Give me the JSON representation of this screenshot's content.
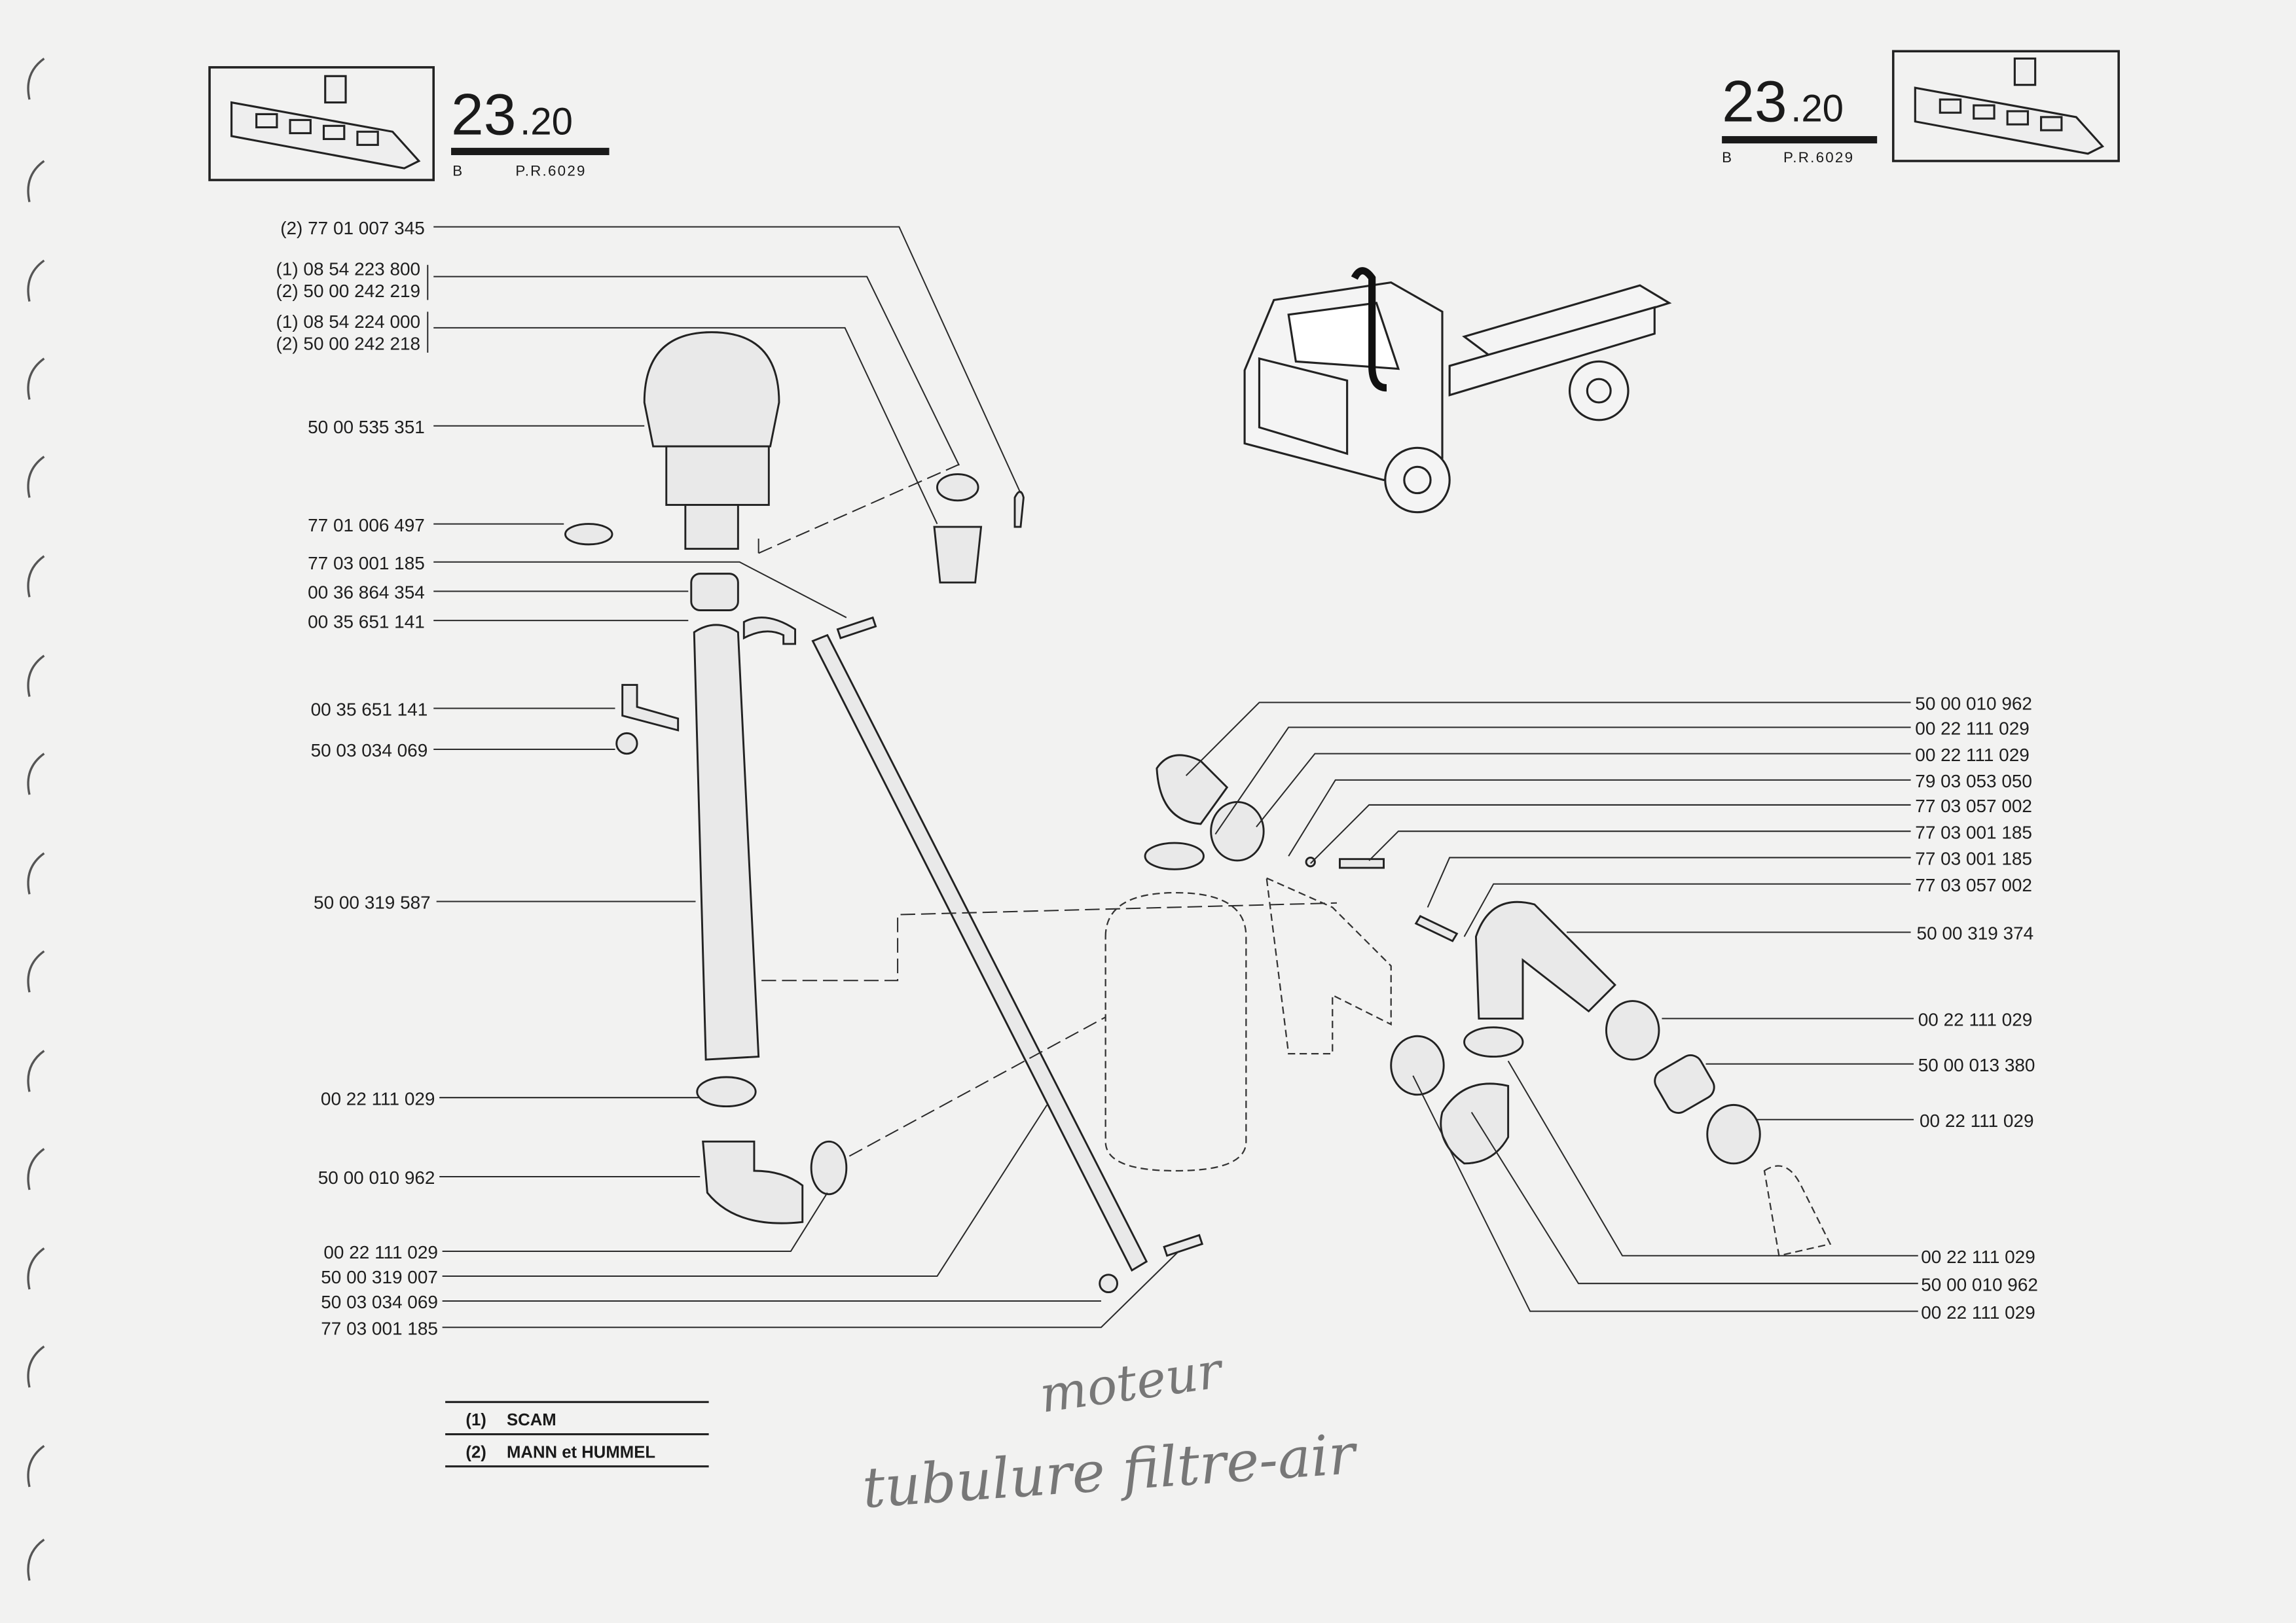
{
  "header_left": {
    "section": "23",
    "subsection": ".20",
    "variant": "B",
    "ref": "P.R.6029"
  },
  "header_right": {
    "section": "23",
    "subsection": ".20",
    "variant": "B",
    "ref": "P.R.6029"
  },
  "left_labels": [
    "(2) 77 01 007 345",
    "(1) 08 54 223 800",
    "(2) 50 00 242 219",
    "(1) 08 54 224 000",
    "(2) 50 00 242 218",
    "50 00 535 351",
    "77 01 006 497",
    "77 03 001 185",
    "00 36 864 354",
    "00 35 651 141",
    "00 35 651 141",
    "50 03 034 069",
    "50 00 319 587",
    "00 22 111 029",
    "50 00 010 962",
    "00 22 111 029",
    "50 00 319 007",
    "50 03 034 069",
    "77 03 001 185"
  ],
  "right_labels": [
    "50 00 010 962",
    "00 22 111 029",
    "00 22 111 029",
    "79 03 053 050",
    "77 03 057 002",
    "77 03 001 185",
    "77 03 001 185",
    "77 03 057 002",
    "50 00 319 374",
    "00 22 111 029",
    "50 00 013 380",
    "00 22 111 029",
    "00 22 111 029",
    "50 00 010 962",
    "00 22 111 029"
  ],
  "legend": [
    {
      "num": "(1)",
      "text": "SCAM"
    },
    {
      "num": "(2)",
      "text": "MANN et HUMMEL"
    }
  ],
  "handwriting": {
    "line1": "moteur",
    "line2": "tubulure filtre-air"
  }
}
